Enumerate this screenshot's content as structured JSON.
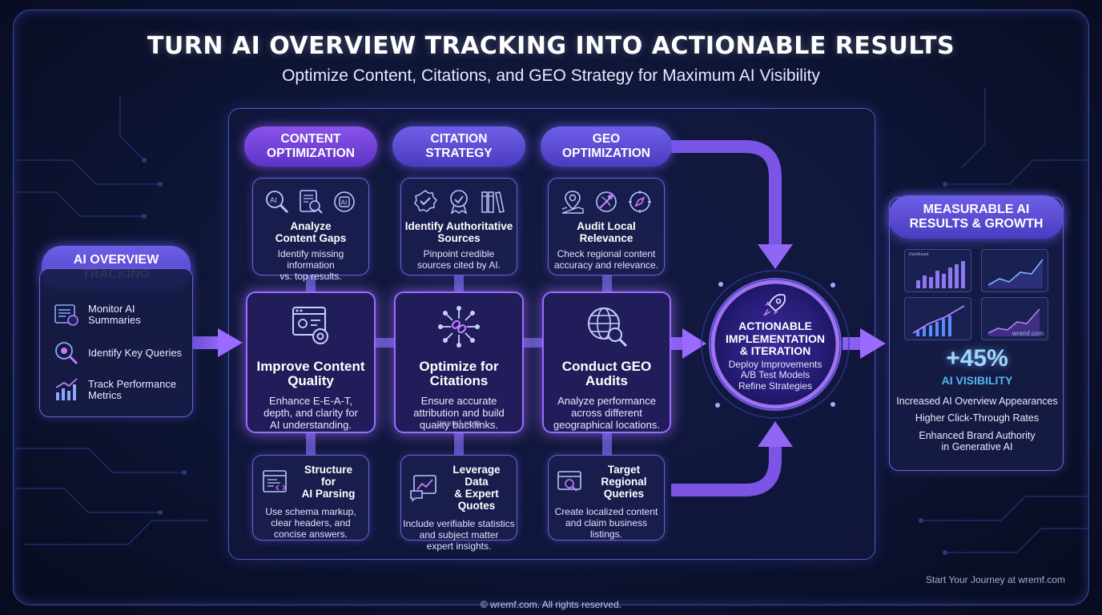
{
  "header": {
    "title": "TURN AI OVERVIEW TRACKING INTO ACTIONABLE RESULTS",
    "subtitle": "Optimize Content, Citations, and GEO Strategy for Maximum AI Visibility"
  },
  "tracking": {
    "heading": "AI OVERVIEW\nTRACKING",
    "items": [
      {
        "icon": "ai-summary-icon",
        "label": "Monitor AI\nSummaries"
      },
      {
        "icon": "query-search-icon",
        "label": "Identify Key Queries"
      },
      {
        "icon": "performance-chart-icon",
        "label": "Track Performance\nMetrics"
      }
    ]
  },
  "columns": [
    {
      "heading": "CONTENT\nOPTIMIZATION",
      "top": {
        "icons": [
          "ai-search-icon",
          "document-search-icon",
          "ai-brain-icon"
        ],
        "title": "Analyze\nContent Gaps",
        "desc": "Identify missing information\nvs. top results."
      },
      "main": {
        "icon": "gear-window-icon",
        "title": "Improve Content\nQuality",
        "desc": "Enhance E-E-A-T,\ndepth, and clarity for\nAI understanding."
      },
      "bottom": {
        "icon": "schema-code-icon",
        "title": "Structure for\nAI Parsing",
        "desc": "Use schema markup,\nclear headers, and\nconcise answers."
      }
    },
    {
      "heading": "CITATION\nSTRATEGY",
      "top": {
        "icons": [
          "badge-check-icon",
          "award-icon",
          "books-icon"
        ],
        "title": "Identify Authoritative\nSources",
        "desc": "Pinpoint credible\nsources cited by AI."
      },
      "main": {
        "icon": "link-network-icon",
        "title": "Optimize for\nCitations",
        "desc": "Ensure accurate\nattribution and build\nquality backlinks.",
        "watermark": "wremf.com"
      },
      "bottom": {
        "icon": "data-quote-icon",
        "title": "Leverage Data\n& Expert Quotes",
        "desc": "Include verifiable statistics\nand subject matter\nexpert insights."
      }
    },
    {
      "heading": "GEO\nOPTIMIZATION",
      "top": {
        "icons": [
          "map-pin-icon",
          "globe-pin-icon",
          "compass-icon"
        ],
        "title": "Audit Local\nRelevance",
        "desc": "Check regional content\naccuracy and relevance."
      },
      "main": {
        "icon": "globe-search-icon",
        "title": "Conduct GEO\nAudits",
        "desc": "Analyze performance\nacross different\ngeographical locations."
      },
      "bottom": {
        "icon": "regional-search-icon",
        "title": "Target Regional\nQueries",
        "desc": "Create localized content\nand claim business\nlistings."
      }
    }
  ],
  "hub": {
    "icon": "rocket-icon",
    "title": "ACTIONABLE\nIMPLEMENTATION\n& ITERATION",
    "lines": [
      "Deploy Improvements",
      "A/B Test Models",
      "Refine Strategies"
    ]
  },
  "results": {
    "heading": "MEASURABLE AI\nRESULTS & GROWTH",
    "dashboard_labels": [
      "Dashboard",
      "wremf.com"
    ],
    "stat": "+45%",
    "stat_label": "AI VISIBILITY",
    "lines": [
      "Increased AI Overview Appearances",
      "Higher Click-Through Rates",
      "Enhanced Brand Authority\nin Generative AI"
    ]
  },
  "footer": {
    "journey": "Start Your Journey at wremf.com",
    "copyright": "© wremf.com. All rights reserved."
  },
  "colors": {
    "accent_purple": "#8a52e8",
    "accent_blue": "#4fb8f0",
    "background": "#0d1433",
    "border": "#6a63d8"
  }
}
